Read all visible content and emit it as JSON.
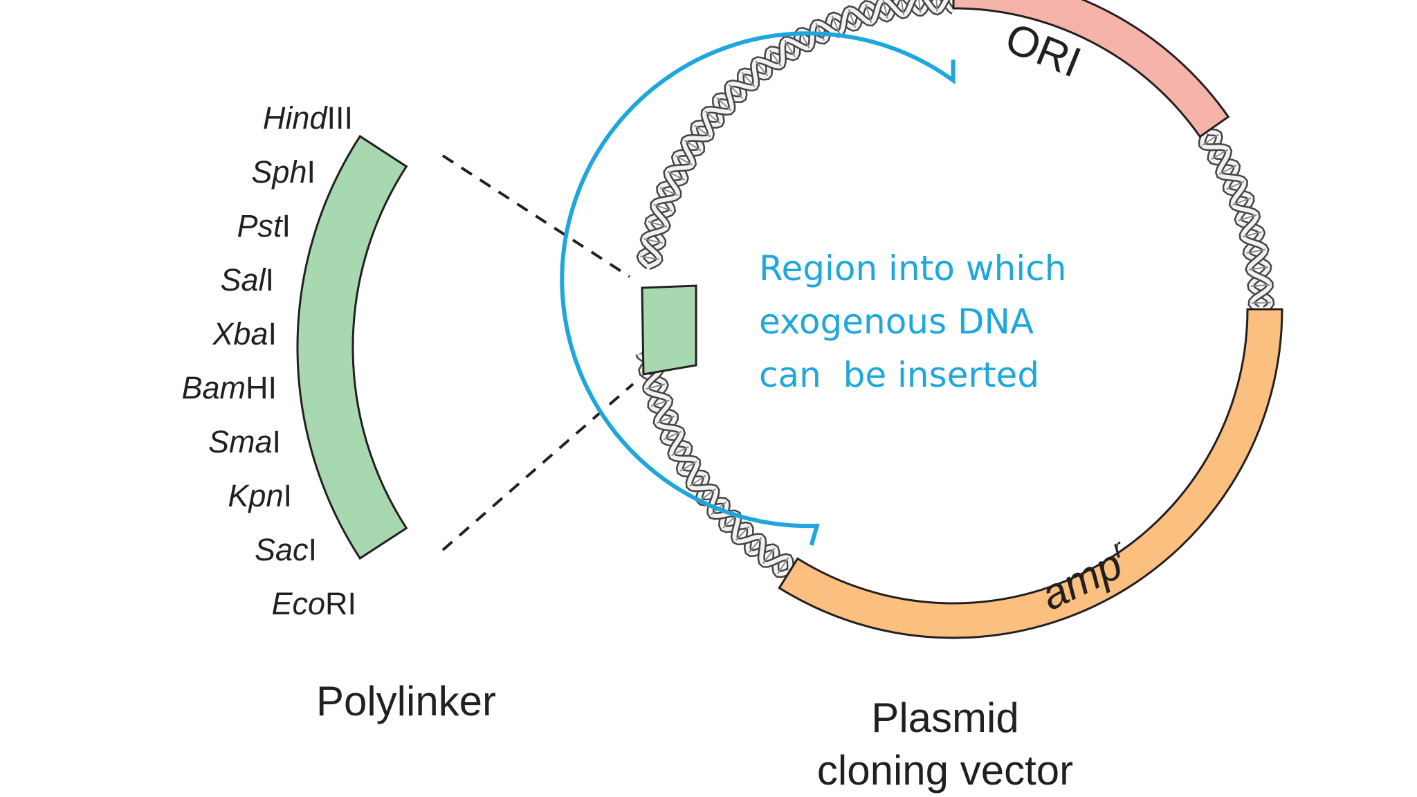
{
  "polylinker": {
    "caption": "Polylinker",
    "sites": [
      {
        "italic": "Hind",
        "roman": "III"
      },
      {
        "italic": "Sph",
        "roman": "I"
      },
      {
        "italic": "Pst",
        "roman": "I"
      },
      {
        "italic": "Sal",
        "roman": "I"
      },
      {
        "italic": "Xba",
        "roman": "I"
      },
      {
        "italic": "Bam",
        "roman": "HI"
      },
      {
        "italic": "Sma",
        "roman": "I"
      },
      {
        "italic": "Kpn",
        "roman": "I"
      },
      {
        "italic": "Sac",
        "roman": "I"
      },
      {
        "italic": "Eco",
        "roman": "RI"
      }
    ]
  },
  "plasmid": {
    "caption_line1": "Plasmid",
    "caption_line2": "cloning vector",
    "ori_label": "ORI",
    "amp_label": "amp",
    "amp_superscript": "r",
    "insert_region": {
      "line1": "Region into which",
      "line2": "exogenous DNA",
      "line3": "can  be inserted"
    }
  },
  "colors": {
    "polylinker_fill": "#a8d8b0",
    "ori_fill": "#f6b3aa",
    "amp_fill": "#fbbf7f",
    "region_text": "#1ea7dd",
    "dna_strand": "#8a8a8a",
    "outline": "#231f20"
  }
}
